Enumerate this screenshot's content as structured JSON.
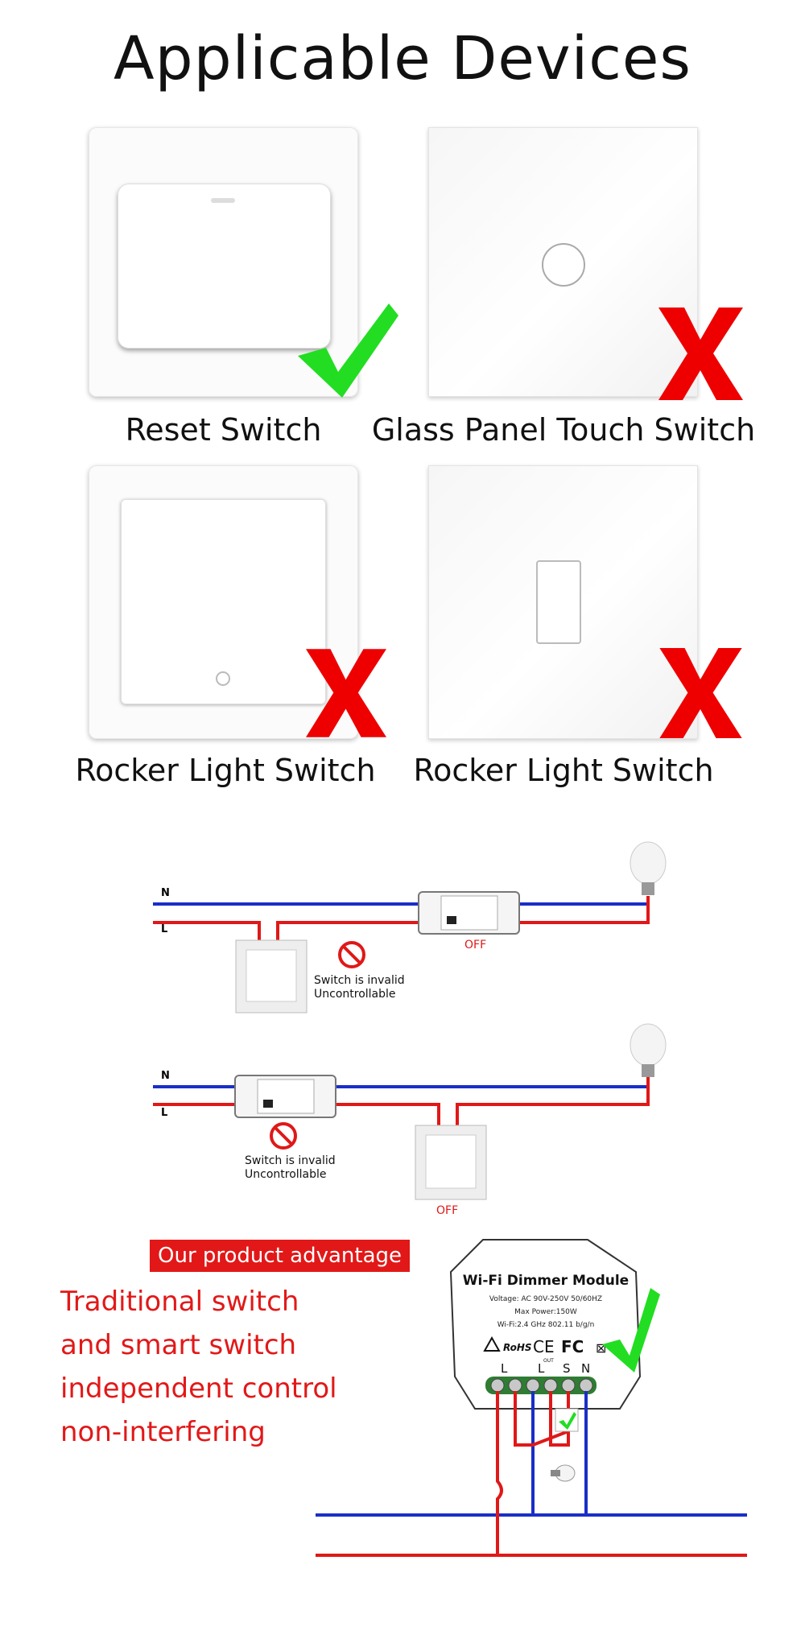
{
  "title": "Applicable Devices",
  "devices": [
    {
      "label": "Reset Switch",
      "status": "compatible",
      "icon": "check-icon"
    },
    {
      "label": "Glass Panel Touch Switch",
      "status": "incompatible",
      "icon": "x-icon"
    },
    {
      "label": "Rocker Light Switch",
      "status": "incompatible",
      "icon": "x-icon"
    },
    {
      "label": "Rocker Light Switch",
      "status": "incompatible",
      "icon": "x-icon"
    }
  ],
  "wiring_diagrams": [
    {
      "neutral_label": "N",
      "live_label": "L",
      "state_label": "OFF",
      "warning_line1": "Switch is invalid",
      "warning_line2": "Uncontrollable"
    },
    {
      "neutral_label": "N",
      "live_label": "L",
      "state_label": "OFF",
      "warning_line1": "Switch is invalid",
      "warning_line2": "Uncontrollable"
    }
  ],
  "advantage": {
    "badge": "Our product advantage",
    "lines": [
      "Traditional switch",
      "and smart switch",
      "independent control",
      "non-interfering"
    ]
  },
  "module": {
    "name": "Wi-Fi Dimmer Module",
    "voltage": "Voltage: AC 90V-250V   50/60HZ",
    "power": "Max Power:150W",
    "wifi": "Wi-Fi:2.4 GHz    802.11 b/g/n",
    "terminals": [
      "L",
      "L",
      "S",
      "N"
    ],
    "out_label": "OUT",
    "cert_marks": [
      "RoHS",
      "CE",
      "FC"
    ]
  },
  "colors": {
    "check": "#22dd22",
    "cross": "#ee0000",
    "neutral_wire": "#1a2ec7",
    "live_wire": "#e01818",
    "badge_bg": "#e21818"
  }
}
